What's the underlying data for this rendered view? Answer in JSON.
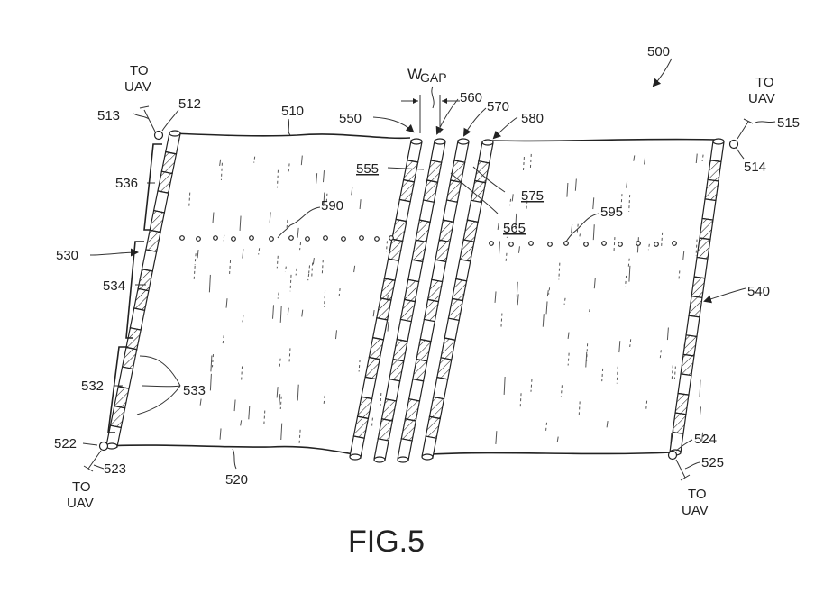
{
  "figure": {
    "caption": "FIG.5",
    "ref_numbers": {
      "r500": "500",
      "r510": "510",
      "r512": "512",
      "r513": "513",
      "r514": "514",
      "r515": "515",
      "r520": "520",
      "r522": "522",
      "r523": "523",
      "r524": "524",
      "r525": "525",
      "r530": "530",
      "r532": "532",
      "r533": "533",
      "r534": "534",
      "r536": "536",
      "r540": "540",
      "r550": "550",
      "r555": "555",
      "r560": "560",
      "r565": "565",
      "r570": "570",
      "r575": "575",
      "r580": "580",
      "r590": "590",
      "r595": "595"
    },
    "gap_label": {
      "w": "W",
      "sub": "GAP"
    },
    "to_uav": {
      "line1": "TO",
      "line2": "UAV"
    }
  }
}
